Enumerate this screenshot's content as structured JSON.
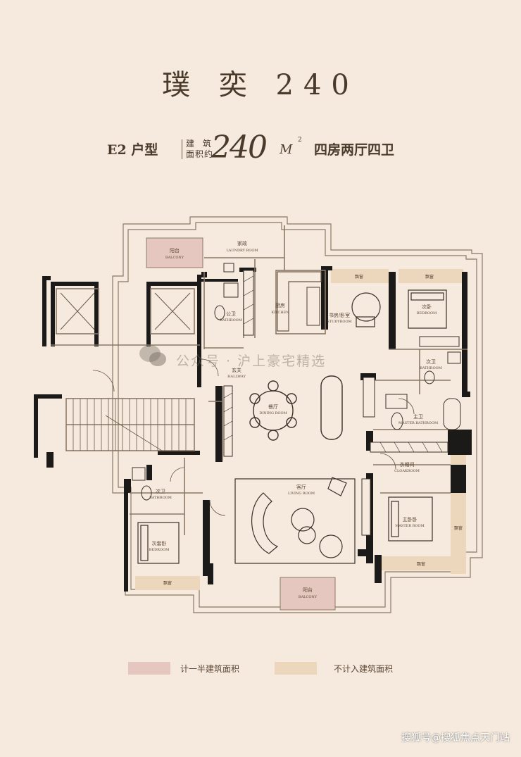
{
  "title": "璞 奕 240",
  "subtitle": {
    "unit_type": "E2 户型",
    "area_label_line1": "建 筑",
    "area_label_line2": "面积约",
    "area_value": "240",
    "area_unit": "M",
    "area_unit_sup": "2",
    "layout": "四房两厅四卫"
  },
  "rooms": {
    "balcony_top": {
      "cn": "阳台",
      "en": "BALCONY"
    },
    "laundry": {
      "cn": "家政",
      "en": "LAUNDRY ROOM"
    },
    "public_bath_top": {
      "cn": "公卫",
      "en": "BATHROOM"
    },
    "kitchen": {
      "cn": "厨房",
      "en": "KITCHEN"
    },
    "study": {
      "cn": "书房/卧室",
      "en": "STUDYROOM"
    },
    "bay_study": "飘窗",
    "bay_bed": "飘窗",
    "bedroom_ne": {
      "cn": "次卧",
      "en": "BEDROOM"
    },
    "bath_ne": {
      "cn": "次卫",
      "en": "BATHROOM"
    },
    "hallway": {
      "cn": "玄关",
      "en": "HALLWAY"
    },
    "dining": {
      "cn": "餐厅",
      "en": "DINING ROOM"
    },
    "master_bath": {
      "cn": "主卫",
      "en": "MASTER BATHROOM"
    },
    "cloakroom": {
      "cn": "衣帽间",
      "en": "CLOAKROOM"
    },
    "living": {
      "cn": "客厅",
      "en": "LIVING ROOM"
    },
    "master_bed": {
      "cn": "主卧卧",
      "en": "MASTER ROOM"
    },
    "bay_master_right": "飘窗",
    "bay_master_bottom": "飘窗",
    "bath_sw": {
      "cn": "次卫",
      "en": "BATHROOM"
    },
    "bedroom_sw": {
      "cn": "次套卧",
      "en": "BEDROOM"
    },
    "bay_sw": "飘窗",
    "balcony_bottom": {
      "cn": "阳台",
      "en": "BALCONY"
    }
  },
  "legend": [
    {
      "label": "计一半建筑面积",
      "color": "#e6c7bf"
    },
    {
      "label": "不计入建筑面积",
      "color": "#ecd6bc"
    }
  ],
  "watermark": "公众号 · 沪上豪宅精选",
  "footer_watermark": "搜狐号@搜狐焦点天门站",
  "colors": {
    "background": "#f5eadd",
    "wall": "#1c1a18",
    "half_area": "#e6c7bf",
    "excluded_area": "#ecd6bc"
  }
}
